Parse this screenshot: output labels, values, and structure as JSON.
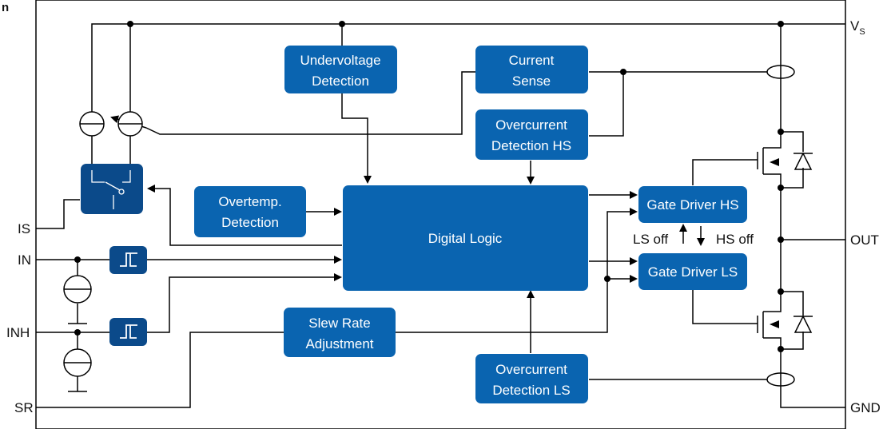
{
  "figure_label": "n",
  "blocks": {
    "undervoltage": [
      "Undervoltage",
      "Detection"
    ],
    "current_sense": [
      "Current",
      "Sense"
    ],
    "overcurrent_hs": [
      "Overcurrent",
      "Detection HS"
    ],
    "overtemp": [
      "Overtemp.",
      "Detection"
    ],
    "digital_logic": "Digital Logic",
    "gate_driver_hs": "Gate Driver HS",
    "gate_driver_ls": "Gate Driver LS",
    "slew_rate": [
      "Slew Rate",
      "Adjustment"
    ],
    "overcurrent_ls": [
      "Overcurrent",
      "Detection LS"
    ]
  },
  "between_drivers": {
    "ls_off": "LS off",
    "hs_off": "HS off"
  },
  "pins_left": [
    "IS",
    "IN",
    "INH",
    "SR"
  ],
  "pins_right": {
    "vs": "V",
    "vs_sub": "S",
    "out": "OUT",
    "gnd": "GND"
  },
  "colors": {
    "block": "#0a64b0",
    "block_dark": "#0b4a8a",
    "wire": "#000000"
  }
}
